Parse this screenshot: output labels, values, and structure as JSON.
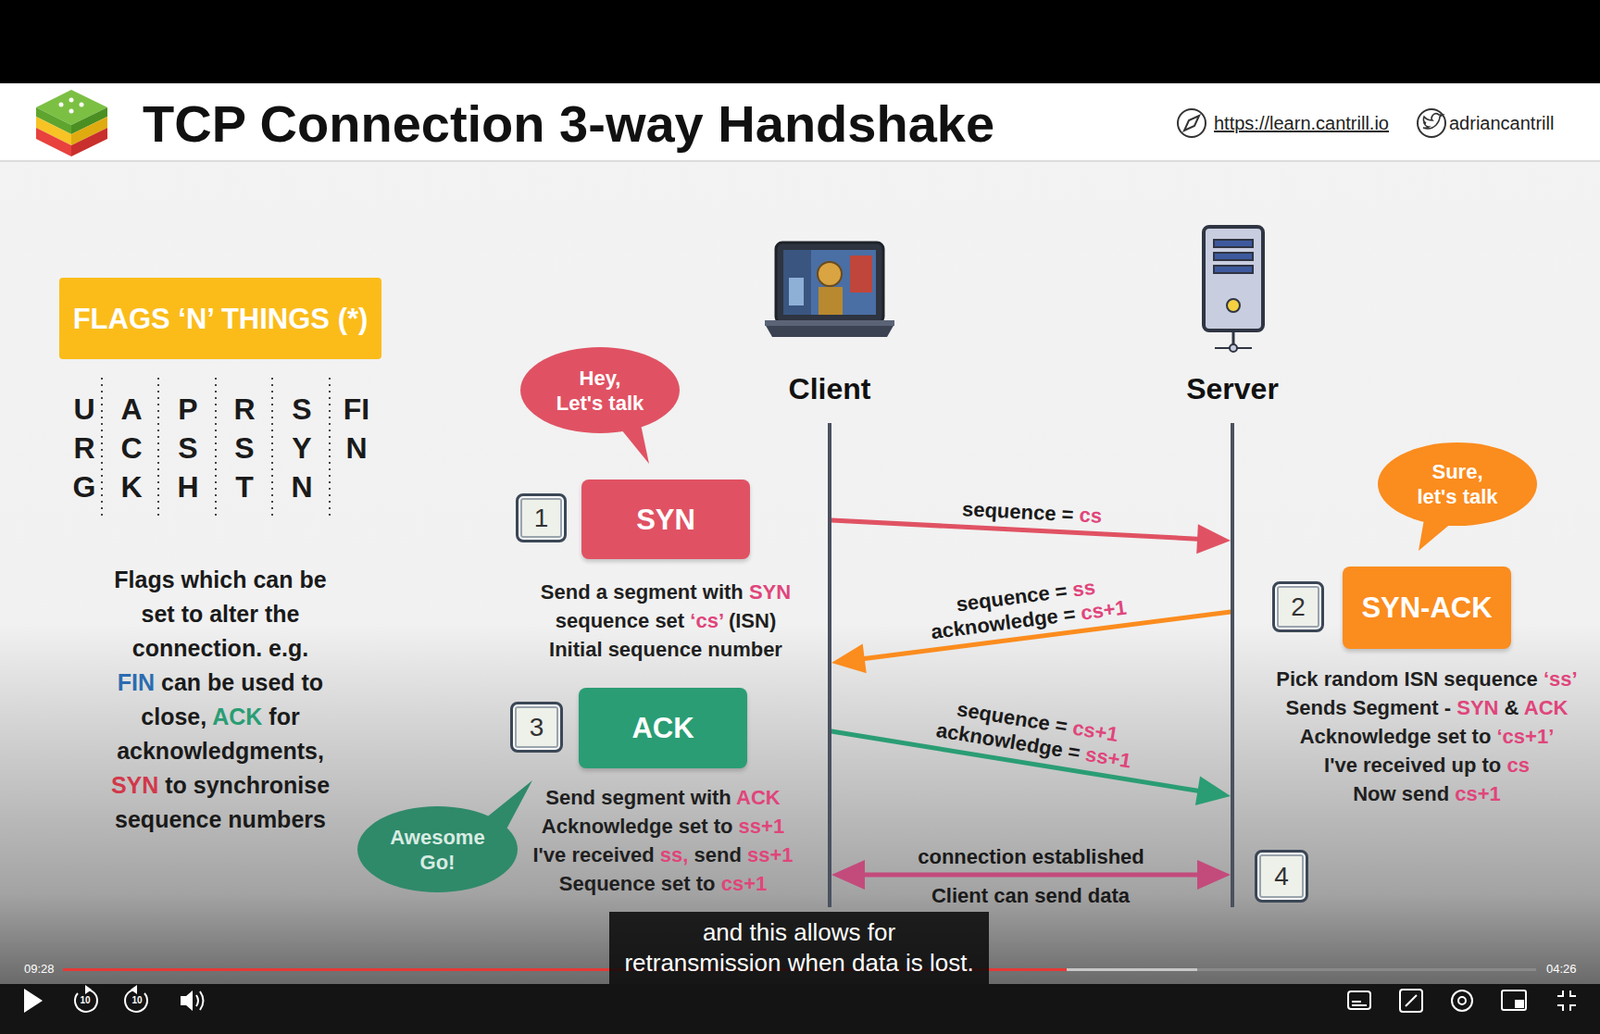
{
  "diagram": {
    "title": "TCP Connection 3-way Handshake",
    "nodes": [
      {
        "text": [
          "FLAGS ‘N’ THINGS (*)"
        ]
      },
      {
        "text": [
          "Hey, Let's talk"
        ]
      },
      {
        "text": [
          "Client"
        ]
      },
      {
        "text": [
          "Server"
        ]
      },
      {
        "text": [
          "1"
        ]
      },
      {
        "text": [
          "SYN",
          "Send a segment with SYN sequence set ‘cs’ (ISN) Initial sequence number"
        ]
      },
      {
        "text": [
          "Sure, let's talk"
        ]
      },
      {
        "text": [
          "2"
        ]
      },
      {
        "text": [
          "SYN-ACK",
          "Pick random ISN sequence ‘ss’ Sends Segment - SYN & ACK Acknowledge set to ‘cs+1’ I've received up to cs Now send cs+1"
        ]
      },
      {
        "text": [
          "3"
        ]
      },
      {
        "text": [
          "ACK",
          "Send segment with ACK Acknowledge set to ss+1 I've received ss, send ss+1 Sequence set to cs+1"
        ]
      },
      {
        "text": [
          "Awesome Go!"
        ]
      },
      {
        "text": [
          "4"
        ]
      }
    ],
    "edges": [
      {
        "from": 2,
        "to": 3,
        "arrow": "to",
        "label": "sequence = cs"
      },
      {
        "from": 3,
        "to": 2,
        "arrow": "to",
        "label": "sequence = ss acknowledge = cs+1"
      },
      {
        "from": 2,
        "to": 3,
        "arrow": "to",
        "label": "sequence = cs+1 acknowledge = ss+1"
      },
      {
        "from": 2,
        "to": 3,
        "arrow": "both",
        "label": "connection established"
      }
    ],
    "labels": [
      "https://learn.cantrill.io",
      "adriancantrill",
      "URG",
      "ACK",
      "PSH",
      "RST",
      "SYN",
      "FIN",
      "Flags which can be set to alter the connection. e.g. FIN can be used to close, ACK for acknowledgments, SYN to synchronise sequence numbers",
      "Client can send data",
      "and this allows for retransmission when data is lost.",
      "09:28",
      "04:26",
      "10",
      "10"
    ]
  }
}
